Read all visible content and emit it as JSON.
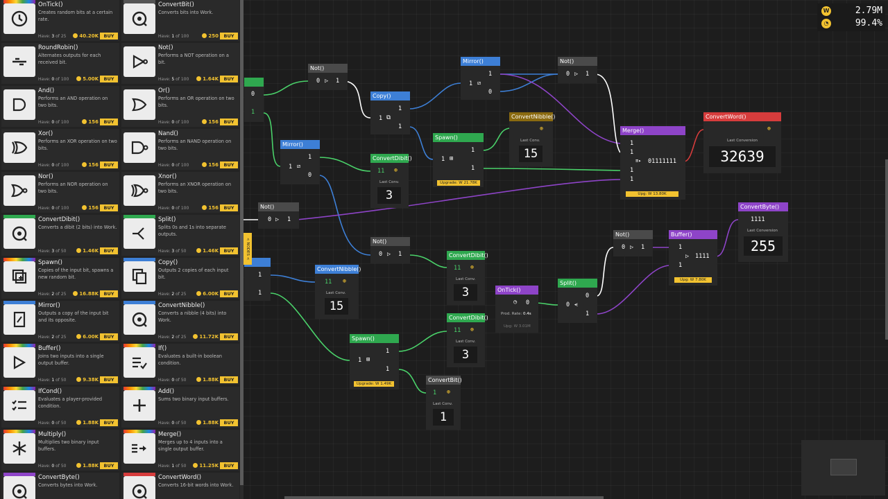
{
  "shop": {
    "items": [
      {
        "title": "OnTick()",
        "desc": "Creates random bits at a certain rate.",
        "have_prefix": "Have:",
        "have": "3",
        "have_max": "of 25",
        "price": "40.20K",
        "buy": "BUY",
        "bar": "rainbow",
        "icon": "clock-icon"
      },
      {
        "title": "ConvertBit()",
        "desc": "Converts bits into Work.",
        "have_prefix": "Have:",
        "have": "1",
        "have_max": "of 100",
        "price": "250",
        "buy": "BUY",
        "bar": "#555555",
        "icon": "convert-icon"
      },
      {
        "title": "RoundRobin()",
        "desc": "Alternates outputs for each received bit.",
        "have_prefix": "Have:",
        "have": "0",
        "have_max": "of 100",
        "price": "5.00K",
        "buy": "BUY",
        "bar": "none",
        "icon": "round-robin-icon"
      },
      {
        "title": "Not()",
        "desc": "Performs a NOT operation on a bit.",
        "have_prefix": "Have:",
        "have": "5",
        "have_max": "of 100",
        "price": "1.64K",
        "buy": "BUY",
        "bar": "none",
        "icon": "not-gate-icon"
      },
      {
        "title": "And()",
        "desc": "Performs an AND operation on two bits.",
        "have_prefix": "Have:",
        "have": "0",
        "have_max": "of 100",
        "price": "156",
        "buy": "BUY",
        "bar": "none",
        "icon": "and-gate-icon"
      },
      {
        "title": "Or()",
        "desc": "Performs an OR operation on two bits.",
        "have_prefix": "Have:",
        "have": "0",
        "have_max": "of 100",
        "price": "156",
        "buy": "BUY",
        "bar": "none",
        "icon": "or-gate-icon"
      },
      {
        "title": "Xor()",
        "desc": "Performs an XOR operation on two bits.",
        "have_prefix": "Have:",
        "have": "0",
        "have_max": "of 100",
        "price": "156",
        "buy": "BUY",
        "bar": "none",
        "icon": "xor-gate-icon"
      },
      {
        "title": "Nand()",
        "desc": "Performs an NAND operation on two bits.",
        "have_prefix": "Have:",
        "have": "0",
        "have_max": "of 100",
        "price": "156",
        "buy": "BUY",
        "bar": "none",
        "icon": "nand-gate-icon"
      },
      {
        "title": "Nor()",
        "desc": "Performs an NOR operation on two bits.",
        "have_prefix": "Have:",
        "have": "0",
        "have_max": "of 100",
        "price": "156",
        "buy": "BUY",
        "bar": "none",
        "icon": "nor-gate-icon"
      },
      {
        "title": "Xnor()",
        "desc": "Performs an XNOR operation on two bits.",
        "have_prefix": "Have:",
        "have": "0",
        "have_max": "of 100",
        "price": "156",
        "buy": "BUY",
        "bar": "none",
        "icon": "xnor-gate-icon"
      },
      {
        "title": "ConvertDibit()",
        "desc": "Converts a dibit (2 bits) into Work.",
        "have_prefix": "Have:",
        "have": "3",
        "have_max": "of 50",
        "price": "1.46K",
        "buy": "BUY",
        "bar": "#2fa84f",
        "icon": "convert-icon"
      },
      {
        "title": "Split()",
        "desc": "Splits 0s and 1s into separate outputs.",
        "have_prefix": "Have:",
        "have": "3",
        "have_max": "of 50",
        "price": "1.46K",
        "buy": "BUY",
        "bar": "#2fa84f",
        "icon": "split-icon"
      },
      {
        "title": "Spawn()",
        "desc": "Copies of the input bit, spawns a new random bit.",
        "have_prefix": "Have:",
        "have": "2",
        "have_max": "of 25",
        "price": "16.88K",
        "buy": "BUY",
        "bar": "rainbow",
        "icon": "spawn-icon"
      },
      {
        "title": "Copy()",
        "desc": "Outputs 2 copies of each input bit.",
        "have_prefix": "Have:",
        "have": "2",
        "have_max": "of 25",
        "price": "6.00K",
        "buy": "BUY",
        "bar": "#3d7fd6",
        "icon": "copy-icon"
      },
      {
        "title": "Mirror()",
        "desc": "Outputs a copy of the input bit and its opposite.",
        "have_prefix": "Have:",
        "have": "2",
        "have_max": "of 25",
        "price": "6.00K",
        "buy": "BUY",
        "bar": "#3d7fd6",
        "icon": "mirror-icon"
      },
      {
        "title": "ConvertNibble()",
        "desc": "Converts a nibble (4 bits) into Work.",
        "have_prefix": "Have:",
        "have": "2",
        "have_max": "of 25",
        "price": "11.72K",
        "buy": "BUY",
        "bar": "#3d7fd6",
        "icon": "convert-icon"
      },
      {
        "title": "Buffer()",
        "desc": "Joins two inputs into a single output buffer.",
        "have_prefix": "Have:",
        "have": "1",
        "have_max": "of 50",
        "price": "9.38K",
        "buy": "BUY",
        "bar": "rainbow",
        "icon": "buffer-icon"
      },
      {
        "title": "If()",
        "desc": "Evaluates a built-in boolean condition.",
        "have_prefix": "Have:",
        "have": "0",
        "have_max": "of 50",
        "price": "1.88K",
        "buy": "BUY",
        "bar": "rainbow",
        "icon": "if-icon"
      },
      {
        "title": "IfCond()",
        "desc": "Evaluates a player-provided condition.",
        "have_prefix": "Have:",
        "have": "0",
        "have_max": "of 50",
        "price": "1.88K",
        "buy": "BUY",
        "bar": "rainbow",
        "icon": "ifcond-icon"
      },
      {
        "title": "Add()",
        "desc": "Sums two binary input buffers.",
        "have_prefix": "Have:",
        "have": "0",
        "have_max": "of 50",
        "price": "1.88K",
        "buy": "BUY",
        "bar": "rainbow",
        "icon": "plus-icon"
      },
      {
        "title": "Multiply()",
        "desc": "Multiplies two binary input buffers.",
        "have_prefix": "Have:",
        "have": "0",
        "have_max": "of 50",
        "price": "1.88K",
        "buy": "BUY",
        "bar": "rainbow",
        "icon": "asterisk-icon"
      },
      {
        "title": "Merge()",
        "desc": "Merges up to 4 inputs into a single output buffer.",
        "have_prefix": "Have:",
        "have": "1",
        "have_max": "of 50",
        "price": "11.25K",
        "buy": "BUY",
        "bar": "rainbow",
        "icon": "merge-icon"
      },
      {
        "title": "ConvertByte()",
        "desc": "Converts bytes into Work.",
        "have_prefix": "",
        "have": "",
        "have_max": "",
        "price": "",
        "buy": "",
        "bar": "#8e44c8",
        "icon": "convert-icon"
      },
      {
        "title": "ConvertWord()",
        "desc": "Converts 16-bit words into Work.",
        "have_prefix": "",
        "have": "",
        "have_max": "",
        "price": "",
        "buy": "",
        "bar": "#d63c3c",
        "icon": "convert-icon"
      }
    ]
  },
  "nodes_tab": "< NODES <",
  "stats": {
    "work": "2.79M",
    "efficiency": "99.4%"
  },
  "nodes": {
    "not1": {
      "title": "Not()",
      "in": "0",
      "out": "1"
    },
    "mirror1": {
      "title": "Mirror()",
      "in": "1",
      "a": "1",
      "b": "0"
    },
    "not2": {
      "title": "Not()",
      "in": "0",
      "out": "1"
    },
    "copy1": {
      "title": "Copy()",
      "in": "1",
      "a": "1",
      "b": "1"
    },
    "cnibble1": {
      "title": "ConvertNibble()",
      "label": "Last Conv.",
      "value": "15"
    },
    "spawn1": {
      "title": "Spawn()",
      "in": "1",
      "a": "1",
      "b": "1",
      "upg": "Upgrade: W 21.78K"
    },
    "mirror2": {
      "title": "Mirror()",
      "in": "1",
      "a": "1",
      "b": "0"
    },
    "cdibit1": {
      "title": "ConvertDibit()",
      "in": "11",
      "label": "Last Conv.",
      "value": "3"
    },
    "merge": {
      "title": "Merge()",
      "i1": "1",
      "i2": "1",
      "i3": "1",
      "i4": "1",
      "out": "01111111",
      "upg": "Upg: W 13.80K"
    },
    "cword": {
      "title": "ConvertWord()",
      "label": "Last Conversion",
      "value": "32639"
    },
    "not3": {
      "title": "Not()",
      "in": "0",
      "out": "1"
    },
    "cbyte": {
      "title": "ConvertByte()",
      "in": "1111",
      "label": "Last Conversion",
      "value": "255"
    },
    "not4": {
      "title": "Not()",
      "in": "0",
      "out": "1"
    },
    "buffer": {
      "title": "Buffer()",
      "i1": "1",
      "i2": "1",
      "out": "1111",
      "upg": "Upg: W 7.80K"
    },
    "not5": {
      "title": "Not()",
      "in": "0",
      "out": "1"
    },
    "cdibit2": {
      "title": "ConvertDibit()",
      "in": "11",
      "label": "Last Conv.",
      "value": "3"
    },
    "cnibble2": {
      "title": "ConvertNibble()",
      "in": "11",
      "label": "Last Conv.",
      "value": "15"
    },
    "ontick": {
      "title": "OnTick()",
      "out": "0",
      "rate_label": "Prod. Rate:",
      "rate": "0.4s",
      "upg": "Upg: W 3.01M"
    },
    "split": {
      "title": "Split()",
      "in": "0",
      "a": "0",
      "b": "1"
    },
    "cdibit3": {
      "title": "ConvertDibit()",
      "in": "11",
      "label": "Last Conv.",
      "value": "3"
    },
    "spawn2": {
      "title": "Spawn()",
      "in": "1",
      "a": "1",
      "b": "1",
      "upg": "Upgrade: W 1.49K"
    },
    "cbit": {
      "title": "ConvertBit()",
      "in": "1",
      "label": "Last Conv.",
      "value": "1"
    },
    "leftA": {
      "a": "0",
      "b": "1"
    },
    "leftB": {
      "a": "1",
      "b": "1"
    }
  },
  "colors": {
    "gray": "#4a4a4a",
    "blue": "#3d7fd6",
    "green": "#2fa84f",
    "olive": "#8a6a10",
    "purple": "#8e44c8",
    "red": "#d63c3c",
    "gold": "#f2c230"
  }
}
